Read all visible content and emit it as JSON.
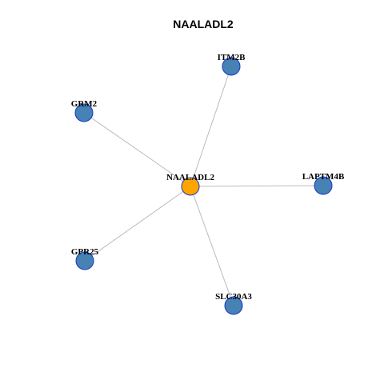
{
  "title": "NAALADL2",
  "colors": {
    "center_fill": "#FFA500",
    "leaf_fill": "#4682B4",
    "node_stroke": "#1A35C8",
    "edge": "#BBBBBB",
    "label": "#000000",
    "background": "#FFFFFF"
  },
  "nodes": [
    {
      "id": "NAALADL2",
      "label": "NAALADL2",
      "role": "center"
    },
    {
      "id": "ITM2B",
      "label": "ITM2B",
      "role": "leaf"
    },
    {
      "id": "GRM2",
      "label": "GRM2",
      "role": "leaf"
    },
    {
      "id": "LAPTM4B",
      "label": "LAPTM4B",
      "role": "leaf"
    },
    {
      "id": "GPR25",
      "label": "GPR25",
      "role": "leaf"
    },
    {
      "id": "SLC30A3",
      "label": "SLC30A3",
      "role": "leaf"
    }
  ],
  "edges": [
    {
      "source": "NAALADL2",
      "target": "ITM2B"
    },
    {
      "source": "NAALADL2",
      "target": "GRM2"
    },
    {
      "source": "NAALADL2",
      "target": "LAPTM4B"
    },
    {
      "source": "NAALADL2",
      "target": "GPR25"
    },
    {
      "source": "NAALADL2",
      "target": "SLC30A3"
    }
  ]
}
